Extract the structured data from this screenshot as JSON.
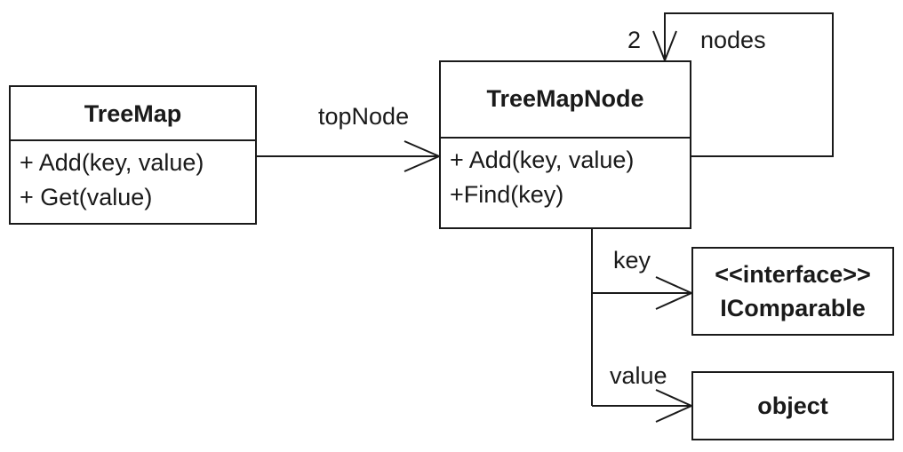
{
  "classes": {
    "treemap": {
      "name": "TreeMap",
      "operations": [
        "+ Add(key, value)",
        "+ Get(value)"
      ]
    },
    "treemapnode": {
      "name": "TreeMapNode",
      "operations": [
        "+ Add(key, value)",
        "+Find(key)"
      ]
    },
    "icomparable": {
      "stereotype": "<<interface>>",
      "name": "IComparable"
    },
    "object": {
      "name": "object"
    }
  },
  "associations": {
    "top_node": "topNode",
    "nodes": "nodes",
    "nodes_multiplicity": "2",
    "key": "key",
    "value": "value"
  },
  "colors": {
    "line": "#1a1a1a",
    "background": "#ffffff"
  }
}
